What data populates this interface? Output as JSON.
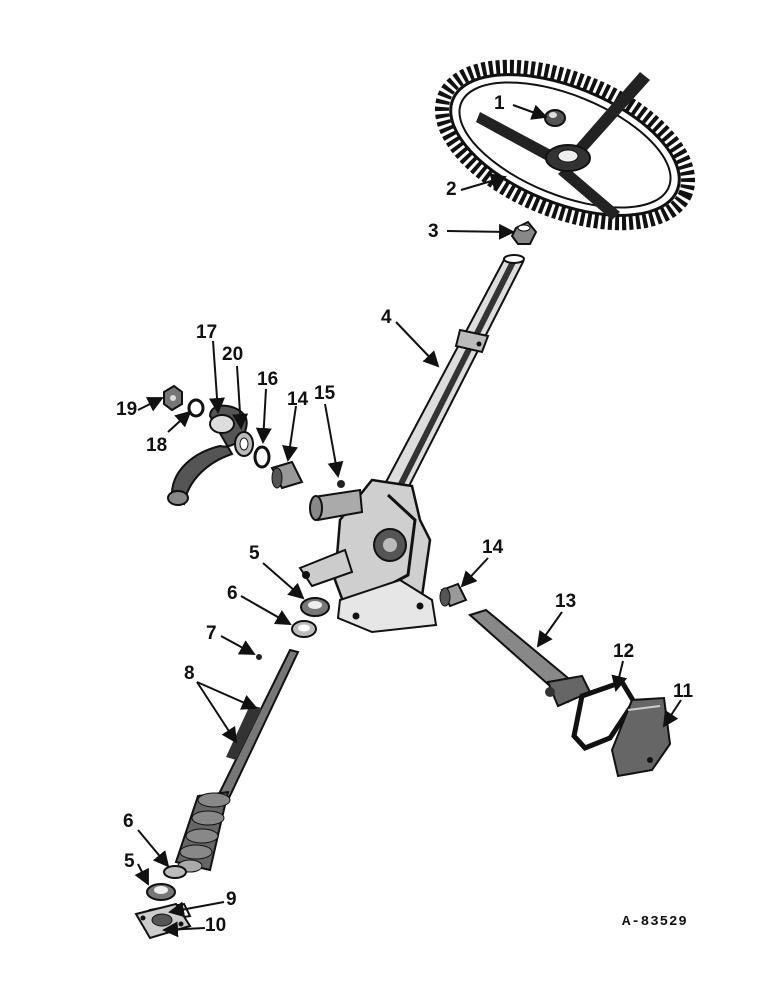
{
  "diagram": {
    "reference_code": "A-83529",
    "callouts": [
      {
        "id": "c1",
        "text": "1"
      },
      {
        "id": "c2",
        "text": "2"
      },
      {
        "id": "c3",
        "text": "3"
      },
      {
        "id": "c4",
        "text": "4"
      },
      {
        "id": "c5a",
        "text": "5"
      },
      {
        "id": "c5b",
        "text": "5"
      },
      {
        "id": "c6a",
        "text": "6"
      },
      {
        "id": "c6b",
        "text": "6"
      },
      {
        "id": "c7",
        "text": "7"
      },
      {
        "id": "c8",
        "text": "8"
      },
      {
        "id": "c9",
        "text": "9"
      },
      {
        "id": "c10",
        "text": "10"
      },
      {
        "id": "c11",
        "text": "11"
      },
      {
        "id": "c12",
        "text": "12"
      },
      {
        "id": "c13",
        "text": "13"
      },
      {
        "id": "c14a",
        "text": "14"
      },
      {
        "id": "c14b",
        "text": "14"
      },
      {
        "id": "c15",
        "text": "15"
      },
      {
        "id": "c16",
        "text": "16"
      },
      {
        "id": "c17",
        "text": "17"
      },
      {
        "id": "c18",
        "text": "18"
      },
      {
        "id": "c19",
        "text": "19"
      },
      {
        "id": "c20",
        "text": "20"
      }
    ]
  }
}
